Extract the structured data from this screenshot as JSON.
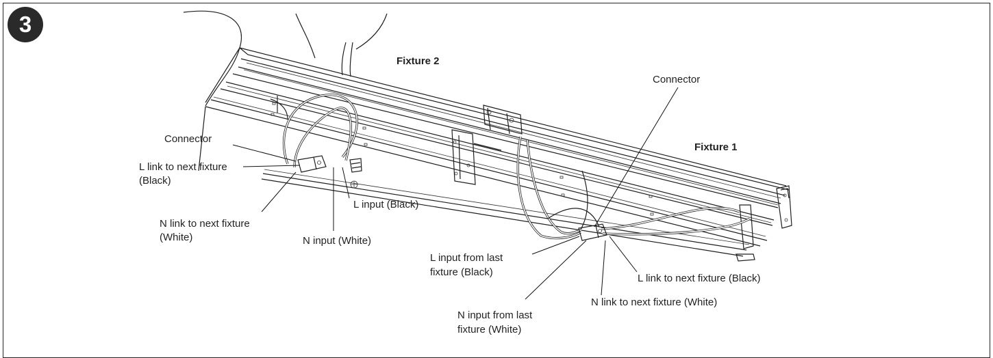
{
  "step_number": "3",
  "labels": {
    "fixture_2": "Fixture 2",
    "fixture_1": "Fixture 1",
    "connector_left": "Connector",
    "connector_right": "Connector",
    "l_link_left": "L link to next fixture",
    "l_link_left_color": "(Black)",
    "n_link_left": "N link to next fixture",
    "n_link_left_color": "(White)",
    "l_input_left": "L input (Black)",
    "n_input_left": "N input (White)",
    "l_input_last": "L input from last",
    "l_input_last_color": "fixture (Black)",
    "n_input_last": "N input from last",
    "n_input_last_color": "fixture (White)",
    "l_link_right": "L link to next fixture (Black)",
    "n_link_right": "N link to next fixture (White)"
  },
  "colors": {
    "line": "#1e1e1e",
    "badge": "#2a2a2a"
  }
}
